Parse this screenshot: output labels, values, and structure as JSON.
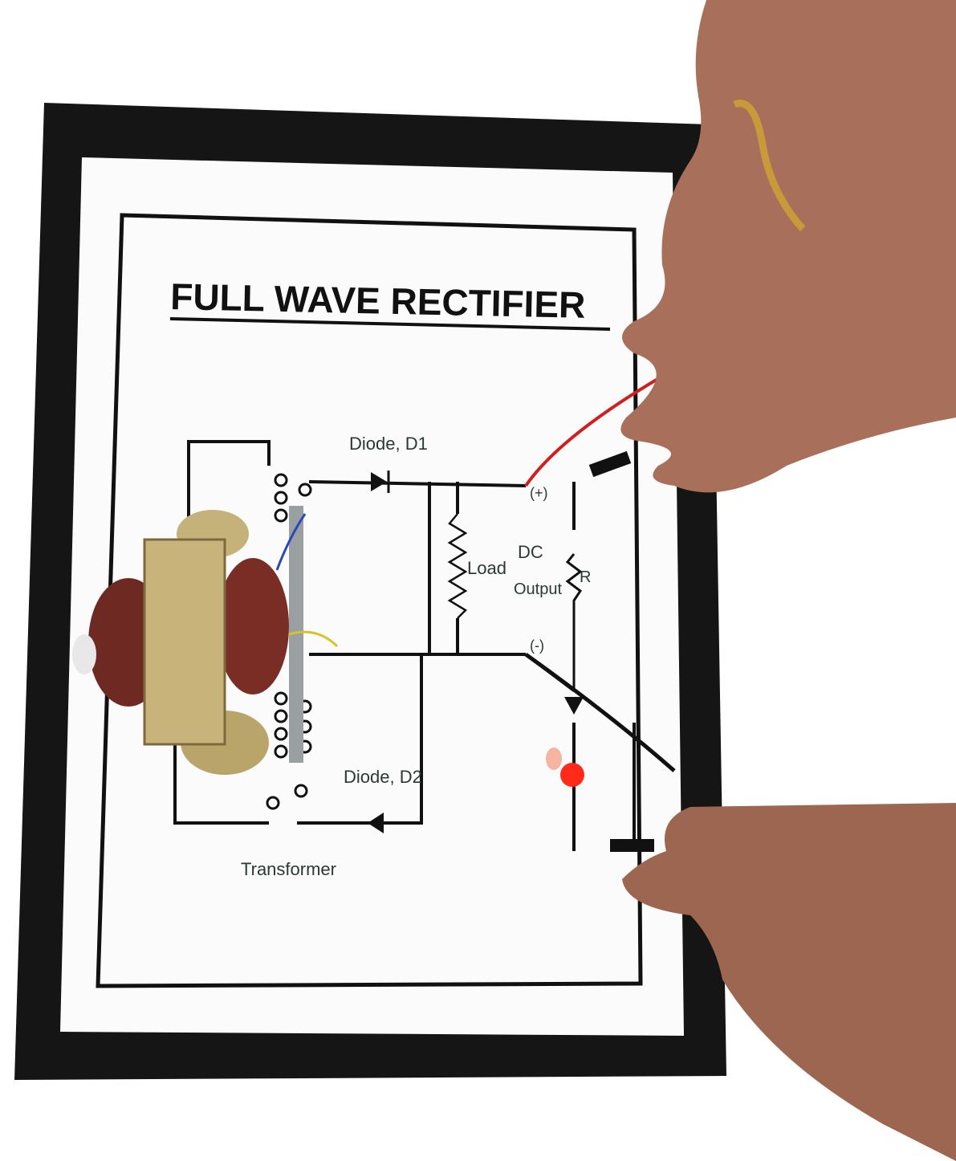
{
  "board": {
    "title": "FULL WAVE RECTIFIER",
    "labels": {
      "diode_d1": "Diode, D1",
      "diode_d2": "Diode, D2",
      "load": "Load",
      "dc": "DC",
      "output": "Output",
      "plus": "(+)",
      "minus": "(-)",
      "resistor": "R",
      "transformer": "Transformer"
    }
  },
  "colors": {
    "frame": "#141414",
    "paper": "#ffffff",
    "wire": "#111111",
    "led": "#ff2a1a",
    "skin": "#b07a5e",
    "transformer_core": "#c8b47a",
    "coil": "#7a2a22"
  }
}
